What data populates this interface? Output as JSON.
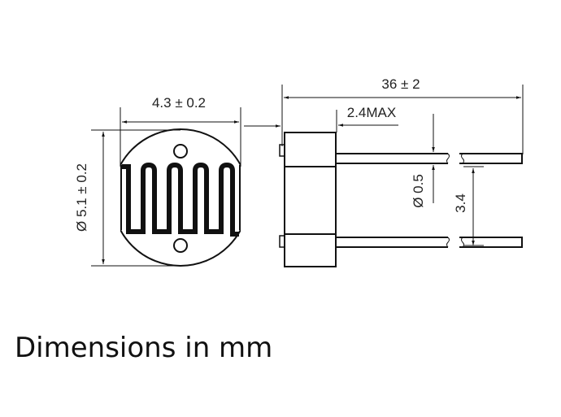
{
  "dimensions": {
    "width": "4.3 ± 0.2",
    "diameter": "Ø 5.1 ± 0.2",
    "length": "36 ± 2",
    "body_max": "2.4MAX",
    "lead_diameter": "Ø 0.5",
    "lead_spacing": "3.4"
  },
  "caption": "Dimensions in mm"
}
